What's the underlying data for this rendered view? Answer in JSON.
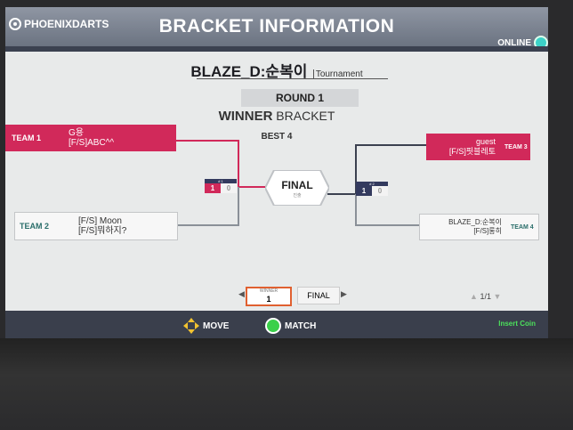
{
  "header": {
    "logo": "PHOENIXDARTS",
    "title": "BRACKET INFORMATION",
    "status": "ONLINE"
  },
  "tournament": {
    "name": "BLAZE_D:순복이",
    "type": "Tournament"
  },
  "round": {
    "label": "ROUND 1",
    "bracket_main": "WINNER",
    "bracket_sub": "BRACKET",
    "best": "BEST 4"
  },
  "left": {
    "team1": {
      "label": "TEAM 1",
      "line1": "G용",
      "line2": "[F/S]ABC^^"
    },
    "team2": {
      "label": "TEAM 2",
      "line1": "[F/S] Moon",
      "line2": "[F/S]뭐하지?"
    },
    "match": {
      "tag": "# 1",
      "score1": "1",
      "score2": "0"
    }
  },
  "right": {
    "team3": {
      "label": "TEAM 3",
      "line1": "guest",
      "line2": "[F/S]핏블레토"
    },
    "team4": {
      "label": "TEAM 4",
      "line1": "BLAZE_D:순복이",
      "line2": "[F/S]롱히"
    },
    "match": {
      "tag": "# 2",
      "score1": "1",
      "score2": "0"
    }
  },
  "final": {
    "label": "FINAL",
    "sub": "진출"
  },
  "nav": {
    "winner_label": "WINNER",
    "winner_value": "1",
    "final_label": "FINAL",
    "page": "1/1"
  },
  "footer": {
    "move": "MOVE",
    "match": "MATCH",
    "insert": "Insert Coin"
  },
  "colors": {
    "pink": "#d1295a",
    "navy": "#333a5e",
    "online": "#3cd2c8",
    "match_green": "#3ad04a"
  }
}
